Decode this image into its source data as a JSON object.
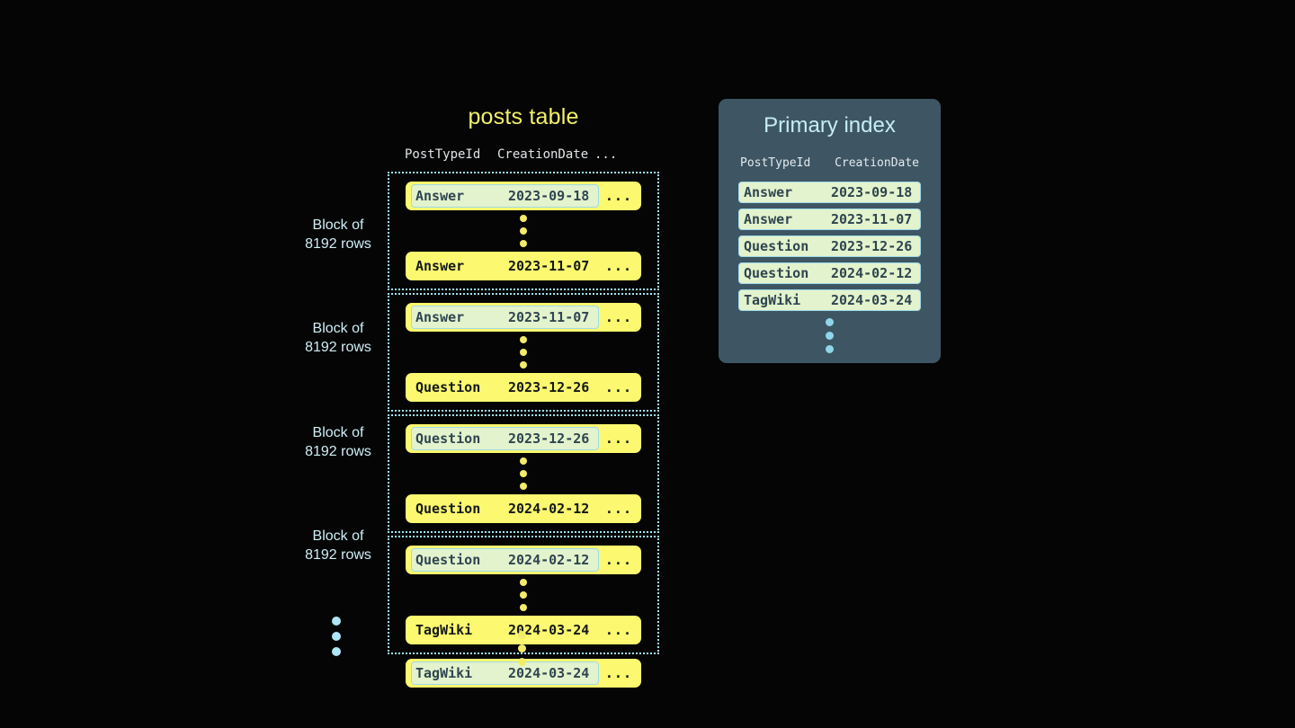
{
  "posts_table": {
    "title": "posts table",
    "columns": [
      "PostTypeId",
      "CreationDate",
      "..."
    ],
    "ellipsis": "...",
    "block_label_line1": "Block of",
    "block_label_line2": "8192 rows",
    "blocks": [
      {
        "label": "Block of 8192 rows",
        "first_row": {
          "post_type": "Answer",
          "creation_date": "2023-09-18",
          "more": "...",
          "highlighted": true
        },
        "last_row": {
          "post_type": "Answer",
          "creation_date": "2023-11-07",
          "more": "...",
          "highlighted": false
        }
      },
      {
        "label": "Block of 8192 rows",
        "first_row": {
          "post_type": "Answer",
          "creation_date": "2023-11-07",
          "more": "...",
          "highlighted": true
        },
        "last_row": {
          "post_type": "Question",
          "creation_date": "2023-12-26",
          "more": "...",
          "highlighted": false
        }
      },
      {
        "label": "Block of 8192 rows",
        "first_row": {
          "post_type": "Question",
          "creation_date": "2023-12-26",
          "more": "...",
          "highlighted": true
        },
        "last_row": {
          "post_type": "Question",
          "creation_date": "2024-02-12",
          "more": "...",
          "highlighted": false
        }
      },
      {
        "label": "Block of 8192 rows",
        "first_row": {
          "post_type": "Question",
          "creation_date": "2024-02-12",
          "more": "...",
          "highlighted": true
        },
        "last_row": {
          "post_type": "TagWiki",
          "creation_date": "2024-03-24",
          "more": "...",
          "highlighted": false
        }
      }
    ],
    "trailing_row": {
      "post_type": "TagWiki",
      "creation_date": "2024-03-24",
      "more": "...",
      "highlighted": true
    }
  },
  "primary_index": {
    "title": "Primary index",
    "columns": [
      "PostTypeId",
      "CreationDate"
    ],
    "rows": [
      {
        "post_type": "Answer",
        "creation_date": "2023-09-18"
      },
      {
        "post_type": "Answer",
        "creation_date": "2023-11-07"
      },
      {
        "post_type": "Question",
        "creation_date": "2023-12-26"
      },
      {
        "post_type": "Question",
        "creation_date": "2024-02-12"
      },
      {
        "post_type": "TagWiki",
        "creation_date": "2024-03-24"
      }
    ]
  },
  "colors": {
    "background": "#050505",
    "row_yellow": "#fcf86f",
    "highlight_green": "#e3f3cd",
    "accent_blue": "#9fe4f2",
    "panel_slate": "#3e5663",
    "title_yellow": "#f2f06a",
    "title_blue": "#c5edf8"
  }
}
